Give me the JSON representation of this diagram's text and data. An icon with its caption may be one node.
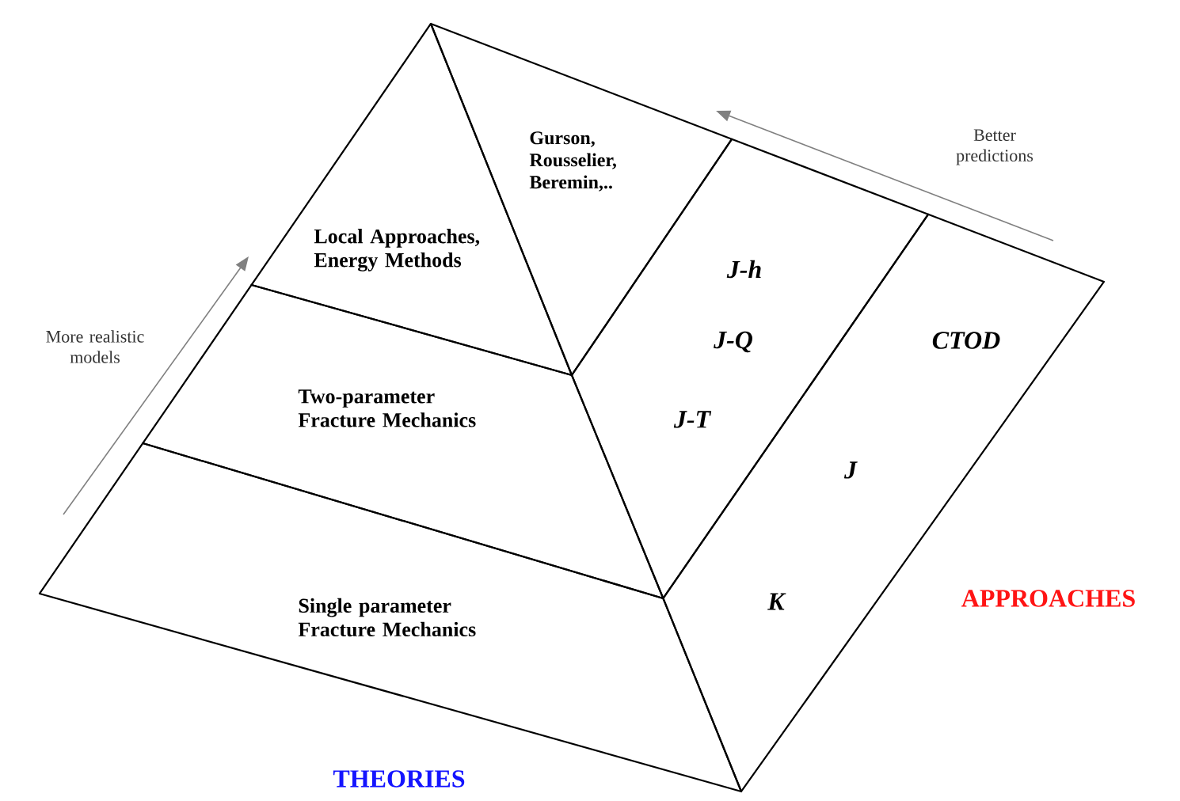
{
  "diagram": {
    "nodes": [
      {
        "text": [
          "Local Approaches, Energy Methods"
        ]
      },
      {
        "text": [
          "Two-parameter Fracture Mechanics"
        ]
      },
      {
        "text": [
          "Single parameter Fracture Mechanics"
        ]
      },
      {
        "text": [
          "Gurson, Rousselier, Beremin,.."
        ]
      },
      {
        "text": [
          "J-h",
          "J-Q",
          "J-T"
        ]
      },
      {
        "text": [
          "CTOD",
          "J",
          "K"
        ]
      }
    ],
    "labels": [
      "Better predictions",
      "More realistic models",
      "APPROACHES",
      "THEORIES"
    ]
  }
}
